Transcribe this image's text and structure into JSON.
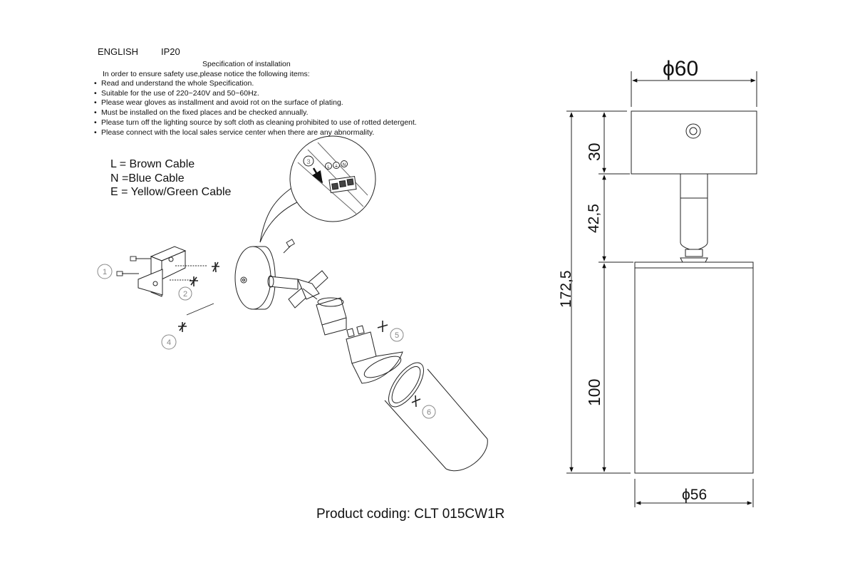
{
  "header": {
    "language": "ENGLISH",
    "ip_rating": "IP20"
  },
  "spec": {
    "title": "Specification of installation",
    "intro": "In order to ensure safety use,please notice the following items:",
    "items": [
      "Read and understand the whole Specification.",
      "Suitable for the use of 220~240V and 50~60Hz.",
      "Please wear gloves as installment and avoid rot on the surface of plating.",
      "Must be installed on the fixed places and be checked annually.",
      "Please turn off the lighting source by soft cloth as cleaning prohibited to use of rotted detergent.",
      "Please connect with the local sales service center when there are any abnormality."
    ]
  },
  "wiring_legend": [
    "L = Brown Cable",
    "N =Blue Cable",
    "E = Yellow/Green Cable"
  ],
  "steps": [
    "1",
    "2",
    "3",
    "4",
    "5",
    "6"
  ],
  "terminal_labels": [
    "L",
    "⏚",
    "N"
  ],
  "dimensions": {
    "top_diameter": "ϕ60",
    "bottom_diameter": "ϕ56",
    "total_height": "172,5",
    "head_height": "30",
    "arm_height": "42,5",
    "body_height": "100"
  },
  "product_coding": "Product coding: CLT 015CW1R"
}
